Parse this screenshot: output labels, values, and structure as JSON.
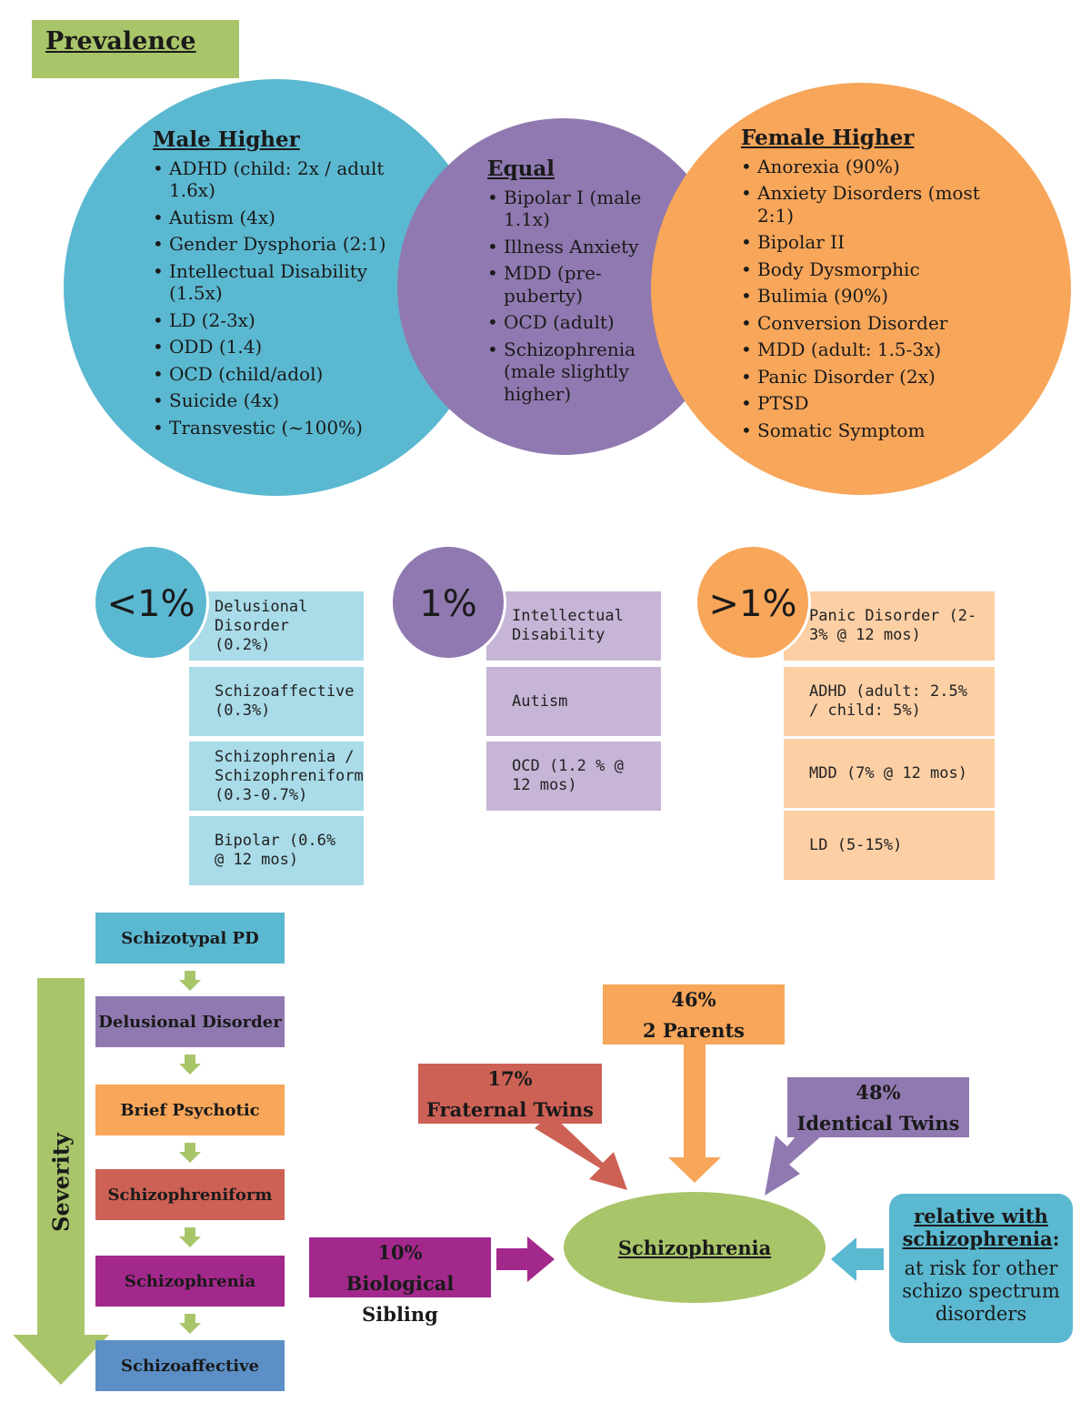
{
  "title": "Prevalence",
  "colors": {
    "green": "#a9c56a",
    "blue": "#5bb8d1",
    "purple": "#9079b0",
    "orange": "#f7a65a",
    "red": "#cd6155",
    "magenta": "#a3288c",
    "steel_blue": "#5b8fc6"
  },
  "venn": {
    "male": {
      "heading": "Male Higher",
      "items": [
        "ADHD (child: 2x / adult 1.6x)",
        "Autism (4x)",
        "Gender Dysphoria (2:1)",
        "Intellectual Disability (1.5x)",
        "LD (2-3x)",
        "ODD (1.4)",
        "OCD (child/adol)",
        "Suicide (4x)",
        "Transvestic (~100%)"
      ]
    },
    "equal": {
      "heading": "Equal",
      "items": [
        "Bipolar I (male 1.1x)",
        "Illness Anxiety",
        "MDD (pre-puberty)",
        "OCD (adult)",
        "Schizophrenia (male slightly higher)"
      ]
    },
    "female": {
      "heading": "Female Higher",
      "items": [
        "Anorexia (90%)",
        "Anxiety Disorders (most 2:1)",
        "Bipolar II",
        "Body Dysmorphic",
        "Bulimia (90%)",
        "Conversion Disorder",
        "MDD (adult: 1.5-3x)",
        "Panic Disorder (2x)",
        "PTSD",
        "Somatic Symptom"
      ]
    }
  },
  "percent_groups": {
    "less": {
      "label": "<1%",
      "items": [
        "Delusional Disorder (0.2%)",
        "Schizoaffective (0.3%)",
        "Schizophrenia / Schizophreniform (0.3-0.7%)",
        "Bipolar (0.6% @ 12 mos)"
      ]
    },
    "one": {
      "label": "1%",
      "items": [
        "Intellectual Disability",
        "Autism",
        "OCD (1.2 % @ 12 mos)"
      ]
    },
    "more": {
      "label": ">1%",
      "items": [
        "Panic Disorder (2-3% @ 12 mos)",
        "ADHD (adult: 2.5% / child: 5%)",
        "MDD (7% @ 12 mos)",
        "LD (5-15%)"
      ]
    }
  },
  "severity": {
    "label": "Severity",
    "steps": [
      "Schizotypal PD",
      "Delusional Disorder",
      "Brief Psychotic",
      "Schizophreniform",
      "Schizophrenia",
      "Schizoaffective"
    ]
  },
  "genetics": {
    "center": "Schizophrenia",
    "parents": {
      "pct": "46%",
      "label": "2 Parents"
    },
    "fraternal": {
      "pct": "17%",
      "label": "Fraternal Twins"
    },
    "identical": {
      "pct": "48%",
      "label": "Identical Twins"
    },
    "sibling": {
      "pct": "10%",
      "label": "Biological Sibling"
    },
    "relative": {
      "heading": "relative with schizophrenia",
      "colon": ":",
      "text": "at risk for other schizo spectrum disorders"
    }
  }
}
